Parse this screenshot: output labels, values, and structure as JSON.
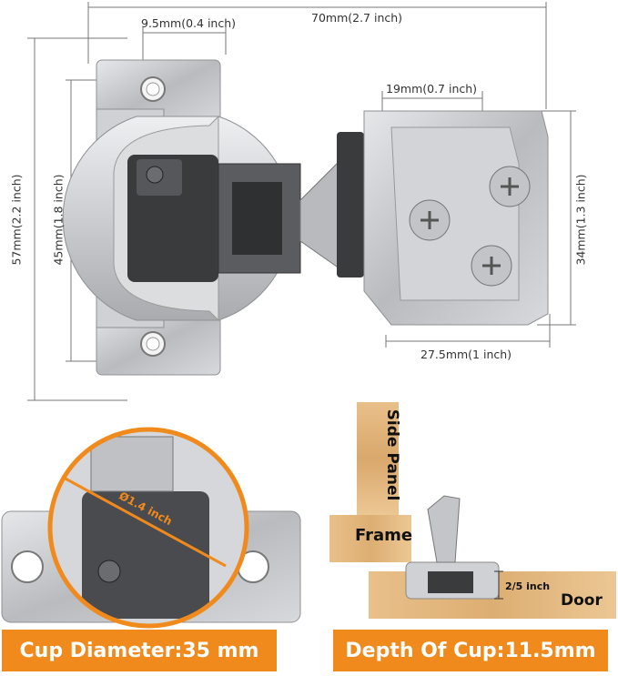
{
  "dimensions": {
    "total_width": "70mm(2.7 inch)",
    "hole_offset": "9.5mm(0.4 inch)",
    "plate_height": "57mm(2.2 inch)",
    "hole_spacing": "45mm(1.8 inch)",
    "arm_width": "19mm(0.7 inch)",
    "arm_height": "34mm(1.3 inch)",
    "arm_length": "27.5mm(1 inch)"
  },
  "cup_detail": {
    "diameter_label": "Ø1.4 inch",
    "banner": "Cup Diameter:35 mm"
  },
  "install_diagram": {
    "side_panel": "Side Panel",
    "frame": "Frame",
    "door": "Door",
    "depth_label": "2/5 inch",
    "banner": "Depth Of Cup:11.5mm"
  },
  "colors": {
    "accent": "#f08a1c",
    "wood": "#e2b57a",
    "metal": "#c9cbce"
  }
}
